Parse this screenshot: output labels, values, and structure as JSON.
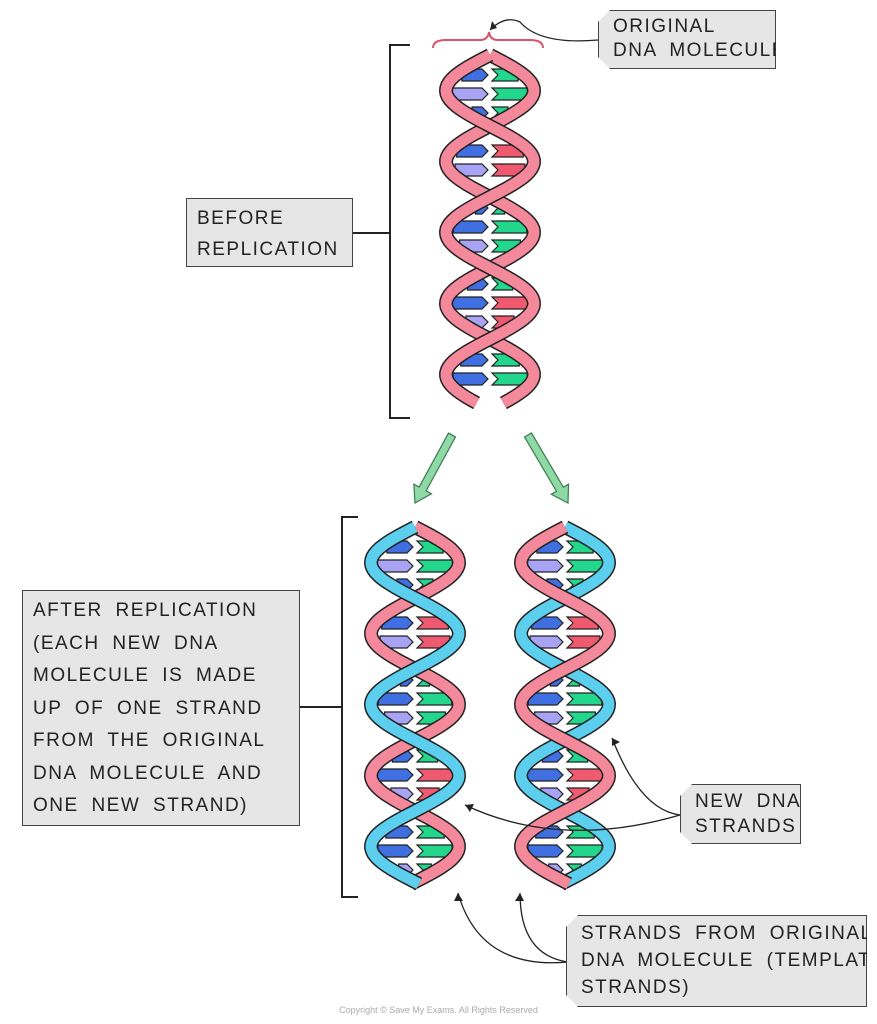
{
  "labels": {
    "original": [
      "ORIGINAL",
      "DNA MOLECULE"
    ],
    "before": [
      "BEFORE",
      "REPLICATION"
    ],
    "after": [
      "AFTER REPLICATION",
      "(EACH NEW DNA",
      "MOLECULE IS MADE",
      "UP OF ONE STRAND",
      "FROM THE ORIGINAL",
      "DNA MOLECULE AND",
      "ONE NEW STRAND)"
    ],
    "new_strands": [
      "NEW DNA",
      "STRANDS"
    ],
    "template": [
      "STRANDS FROM ORIGINAL",
      "DNA MOLECULE (TEMPLATE",
      "STRANDS)"
    ]
  },
  "copyright": "Copyright © Save My Exams. All Rights Reserved",
  "colors": {
    "original_strand": "#f4899b",
    "new_strand": "#5ccfef",
    "base_blue": "#3f6fe0",
    "base_lavender": "#a9a3f5",
    "base_green": "#22d68c",
    "base_red": "#f05a70",
    "arrow": "#8fd9a6",
    "brace": "#d9536a",
    "outline": "#222222"
  }
}
